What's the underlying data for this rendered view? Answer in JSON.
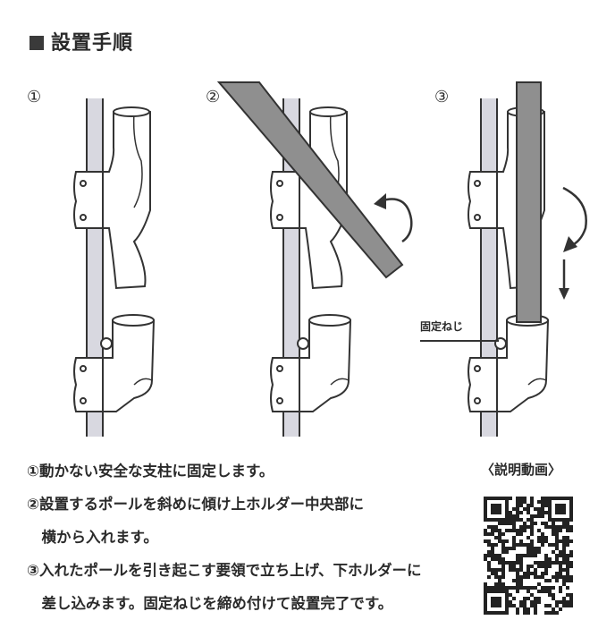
{
  "title": "設置手順",
  "steps": [
    {
      "number": "①"
    },
    {
      "number": "②"
    },
    {
      "number": "③",
      "screw_label": "固定ねじ"
    }
  ],
  "instructions": [
    "①動かない安全な支柱に固定します。",
    "②設置するポールを斜めに傾け上ホルダー中央部に",
    "　横から入れます。",
    "③入れたポールを引き起こす要領で立ち上げ、下ホルダーに",
    "　差し込みます。固定ねじを締め付けて設置完了です。"
  ],
  "qr": {
    "label": "〈説明動画〉"
  },
  "colors": {
    "pole": "#d8d8e0",
    "inserted_pole": "#8f8f8f",
    "line": "#333333"
  }
}
